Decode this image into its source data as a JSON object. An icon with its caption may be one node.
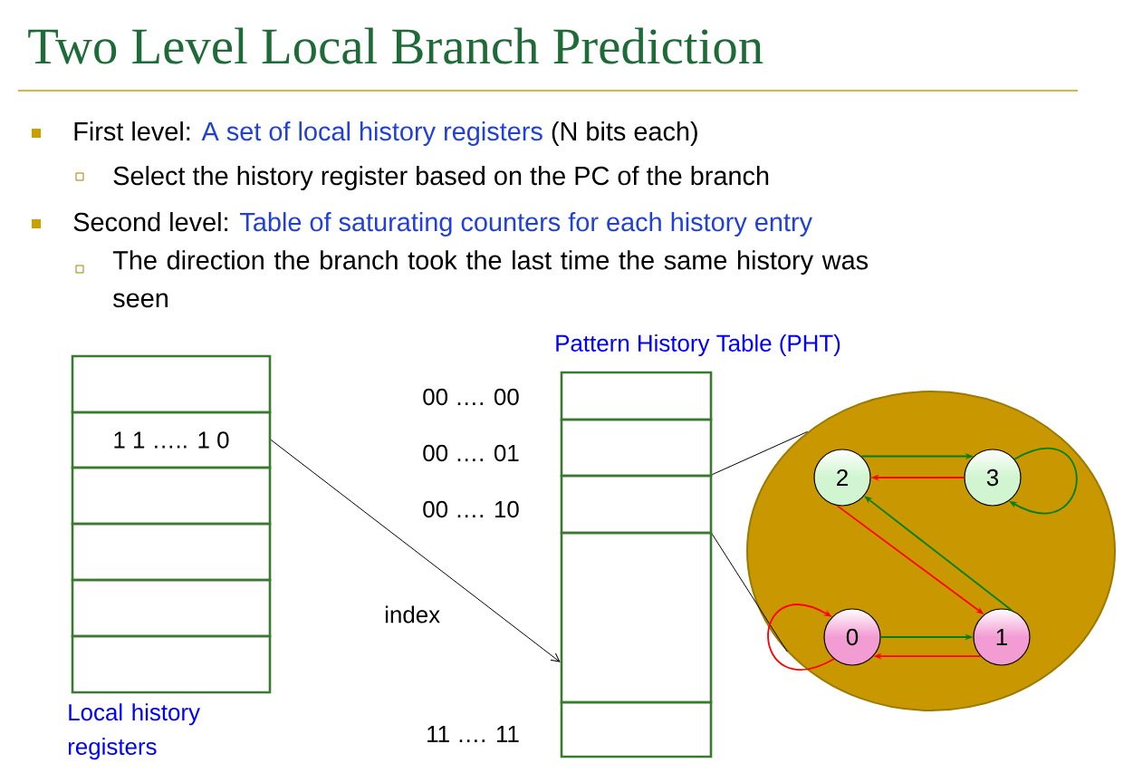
{
  "diagram": {
    "title": "Two Level Local Branch Prediction",
    "nodes": [
      {
        "text": [],
        "shape": "box"
      },
      {
        "text": [
          "1 1 ….. 1 0"
        ]
      },
      {
        "text": [],
        "shape": "box"
      },
      {
        "text": [],
        "shape": "box"
      },
      {
        "text": [],
        "shape": "box"
      },
      {
        "text": [],
        "shape": "box"
      },
      {
        "text": [],
        "shape": "box"
      },
      {
        "text": [],
        "shape": "box"
      },
      {
        "text": [],
        "shape": "box"
      },
      {
        "text": [],
        "shape": "box"
      },
      {
        "text": [],
        "shape": "box"
      },
      {
        "text": [],
        "shape": "circle"
      },
      {
        "text": [
          "2"
        ],
        "in": 11
      },
      {
        "text": [
          "3"
        ],
        "in": 11
      },
      {
        "text": [
          "0"
        ],
        "in": 11
      },
      {
        "text": [
          "1"
        ],
        "in": 11
      }
    ],
    "edges": [
      {
        "from": 1,
        "to": 9,
        "arrow": "to",
        "color": "#000000"
      },
      {
        "from": 8,
        "to": 11,
        "arrow": "none",
        "color": "#000000"
      },
      {
        "from": 8,
        "to": 11,
        "arrow": "none",
        "color": "#000000"
      },
      {
        "from": 12,
        "to": 13,
        "arrow": "to",
        "color": "#008000"
      },
      {
        "from": 13,
        "to": 12,
        "arrow": "to",
        "color": "#ff0000"
      },
      {
        "from": 13,
        "to": 13,
        "arrow": "to",
        "color": "#008000"
      },
      {
        "from": 12,
        "to": 15,
        "arrow": "to",
        "color": "#ff0000"
      },
      {
        "from": 15,
        "to": 12,
        "arrow": "to",
        "color": "#008000"
      },
      {
        "from": 14,
        "to": 15,
        "arrow": "to",
        "color": "#008000"
      },
      {
        "from": 15,
        "to": 14,
        "arrow": "to",
        "color": "#ff0000"
      },
      {
        "from": 14,
        "to": 14,
        "arrow": "to",
        "color": "#ff0000"
      }
    ],
    "labels": [
      "First level:",
      "A set of local history registers",
      "(N bits each)",
      "Select the history register based on the PC of the branch",
      "Second level:",
      "Table of saturating counters for each history entry",
      "The direction the branch took the last time the same history was seen",
      "Pattern History Table (PHT)",
      "00 …. 00",
      "00 …. 01",
      "00 …. 10",
      "index",
      "Local history registers",
      "11 ….  11"
    ]
  }
}
